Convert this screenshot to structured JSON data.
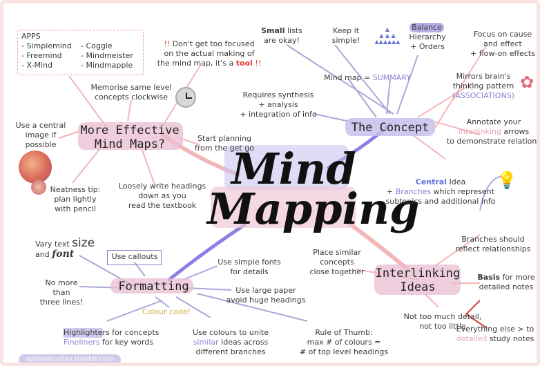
{
  "title": {
    "line1": "Mind",
    "line2": "Mapping"
  },
  "categories": {
    "concept": "The Concept",
    "effective": "More Effective\nMind Maps?",
    "formatting": "Formatting",
    "interlinking": "Interlinking\nIdeas"
  },
  "apps": {
    "heading": "APPS",
    "col1": "- Simplemind\n- Freemind\n- X-Mind",
    "col2": "- Coggle\n- Mindmeister\n- Mindmapple"
  },
  "effective": {
    "memorise": "Memorise same level\nconcepts clockwise",
    "central_image": "Use a central\nimage if\npossible",
    "neatness": "Neatness tip:\nplan lightly\nwith pencil",
    "loosely": "Loosely write headings\ndown as you\nread the textbook",
    "start_planning": "Start planning\nfrom the get go",
    "dont_focus_mark": "!!",
    "dont_focus_text": " Don't get too focused\non the actual making of\nthe mind map, it's a ",
    "tool_word": "tool",
    "dont_focus_end": " !!"
  },
  "concept": {
    "small_lists_bold": "Small",
    "small_lists_rest": " lists\nare okay!",
    "keep_simple": "Keep it\nsimple!",
    "balance_word": "Balance",
    "hierarchy": "Hierarchy\n+ Orders",
    "summary_prefix": "Mind map = ",
    "summary_word": "SUMMARY",
    "synthesis": "Requires synthesis\n+ analysis\n+ integration of info",
    "cause_effect": "Focus on cause\nand effect\n+ flow-on effects",
    "mirrors": "Mirrors brain's\nthinking pattern",
    "associations": "ASSOCIATIONS",
    "annotate_1": "Annotate your",
    "interlinking_word": "interlinking",
    "annotate_2": " arrows",
    "annotate_3": "to demonstrate relations",
    "central_word": "Central",
    "central_rest": " Idea",
    "branches_pre": "+ ",
    "branches_word": "Branches",
    "branches_rest": " which represent\nsubtopics and additional info"
  },
  "interlinking": {
    "branches_should": "Branches should\nreflect relationships",
    "place_similar": "Place similar\nconcepts\nclose together",
    "basis_bold": "Basis",
    "basis_rest": " for more\ndetailed notes",
    "not_too_much": "Not too much detail,\nnot too little",
    "everything_else": "Everything else > to",
    "detailed_word": "detailed",
    "study_notes": " study notes"
  },
  "formatting": {
    "vary_text": "Vary text ",
    "size_word": "size",
    "and_word": "and ",
    "font_word": "font",
    "use_callouts": "Use callouts",
    "no_more": "No more\nthan\nthree lines!",
    "simple_fonts": "Use simple fonts\nfor details",
    "large_paper": "Use large paper\navoid huge headings",
    "colour_code": "Colour code!",
    "highlighters_word": "Highlighters",
    "highlighters_rest": " for concepts",
    "fineliners_word": "Fineliners",
    "fineliners_rest": " for key words",
    "use_colours_1": "Use colours to unite",
    "similar_word": "similar",
    "use_colours_2": " ideas across\ndifferent branches",
    "rule_of_thumb": "Rule of Thumb:\nmax # of colours =\n# of top level headings"
  },
  "footer": "optomstudies.tumblr.com",
  "icons": {
    "clock": "clock-icon",
    "brain": "brain-icon",
    "bulb": "lightbulb-icon",
    "cell": "cell-image",
    "pyramid": "hierarchy-pyramid-icon"
  },
  "colors": {
    "pink_branch": "#f3b6b6",
    "purple_branch": "#8f7fe0",
    "highlight_pink": "#e8bed2",
    "highlight_purple": "#c8c0ec"
  }
}
